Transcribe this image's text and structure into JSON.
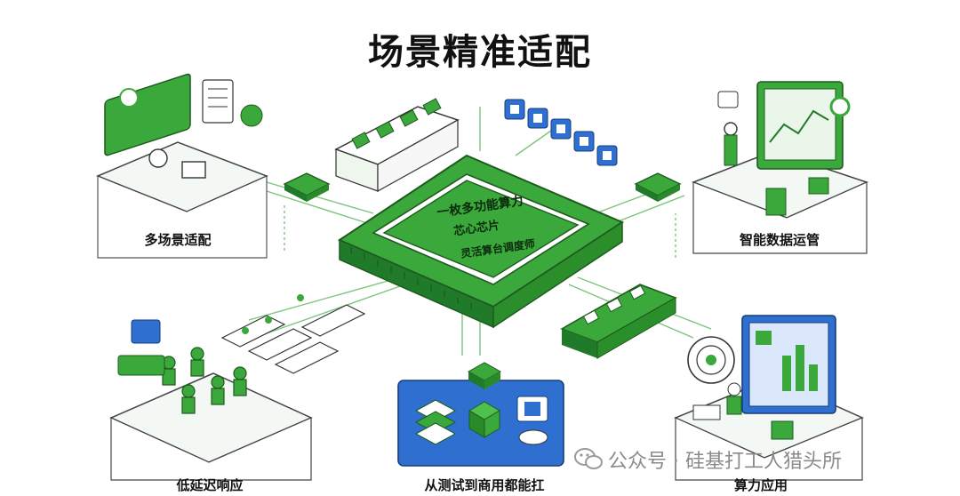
{
  "title": "场景精准适配",
  "chip": {
    "line1": "一枚多功能算力",
    "line2": "芯心芯片",
    "line3": "灵活算台调度师"
  },
  "scenes": [
    {
      "label": "多场景适配"
    },
    {
      "label": "智能数据运管"
    },
    {
      "label": "低延迟响应"
    },
    {
      "label": "从测试到商用都能扛"
    },
    {
      "label": "算力应用"
    }
  ],
  "watermark": {
    "text": "公众号 · 硅基打工人猎头所",
    "icon": "wechat-icon"
  },
  "colors": {
    "green": "#3aa83a",
    "dark_green": "#1f7a2a",
    "blue": "#2e6fd0",
    "line": "#6cc36c"
  }
}
